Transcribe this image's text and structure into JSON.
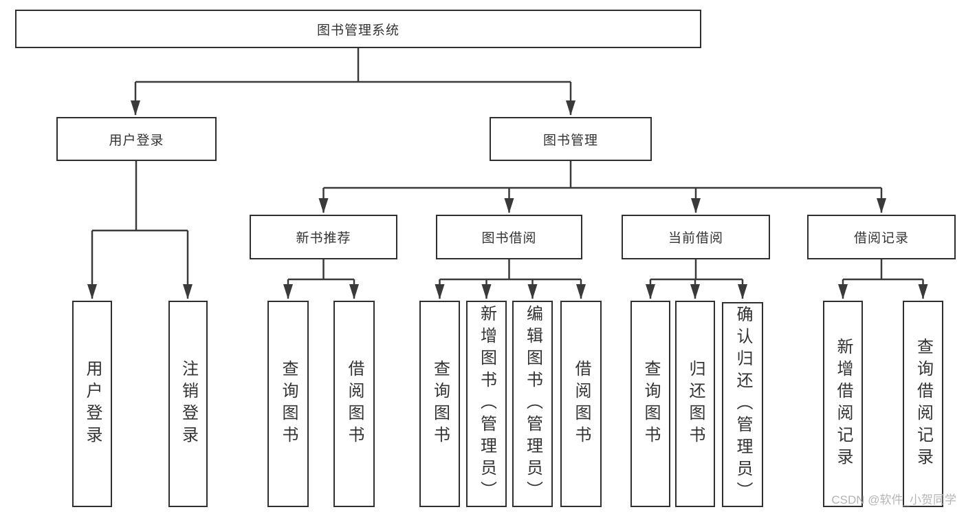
{
  "nodes": {
    "root": "图书管理系统",
    "user_login": "用户登录",
    "book_management": "图书管理",
    "new_book_recommend": "新书推荐",
    "book_borrowing": "图书借阅",
    "current_borrowing": "当前借阅",
    "borrowing_records": "借阅记录",
    "leaf_user_login": "用户登录",
    "leaf_logout": "注销登录",
    "leaf_nb_query_books": "查询图书",
    "leaf_nb_borrow_books": "借阅图书",
    "leaf_bb_query_books": "查询图书",
    "leaf_bb_add_books_admin": "新增图书（管理员）",
    "leaf_bb_edit_books_admin": "编辑图书（管理员）",
    "leaf_bb_borrow_books": "借阅图书",
    "leaf_cb_query_books": "查询图书",
    "leaf_cb_return_books": "归还图书",
    "leaf_cb_confirm_return_admin": "确认归还（管理员）",
    "leaf_br_add_record": "新增借阅记录",
    "leaf_br_query_record": "查询借阅记录"
  },
  "hierarchy": {
    "图书管理系统": [
      "用户登录",
      "图书管理"
    ],
    "用户登录": [
      "用户登录",
      "注销登录"
    ],
    "图书管理": [
      "新书推荐",
      "图书借阅",
      "当前借阅",
      "借阅记录"
    ],
    "新书推荐": [
      "查询图书",
      "借阅图书"
    ],
    "图书借阅": [
      "查询图书",
      "新增图书（管理员）",
      "编辑图书（管理员）",
      "借阅图书"
    ],
    "当前借阅": [
      "查询图书",
      "归还图书",
      "确认归还（管理员）"
    ],
    "借阅记录": [
      "新增借阅记录",
      "查询借阅记录"
    ]
  },
  "watermark": "CSDN @软件_小贺同学",
  "colors": {
    "line": "#3a3a3a",
    "border": "#2f2f2f",
    "text": "#333333",
    "watermark": "#b5b5b5",
    "background": "#ffffff"
  }
}
